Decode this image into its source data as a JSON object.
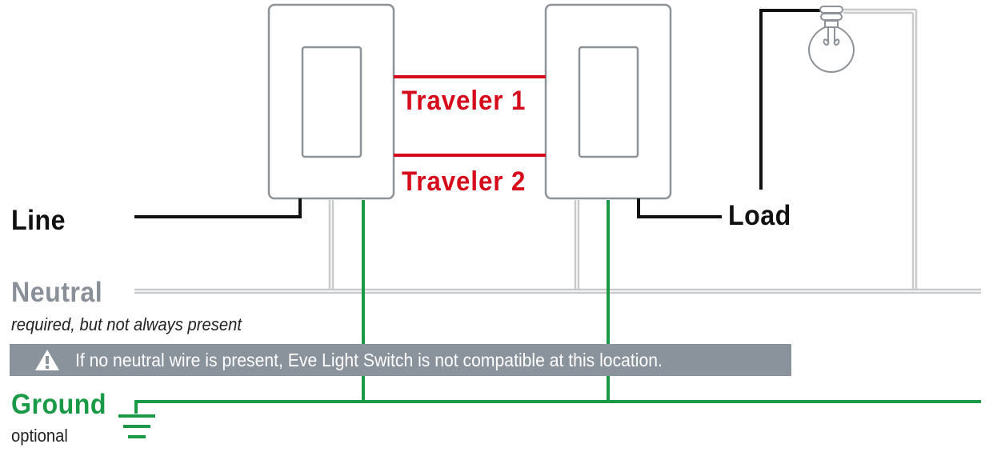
{
  "colors": {
    "hot": "#111111",
    "traveler": "#d50b1c",
    "neutral_wire": "#c9cacb",
    "neutral_text": "#8a9099",
    "ground": "#1a9a47",
    "switch_outline": "#8d9198",
    "banner_bg": "#8a929c",
    "banner_text": "#ffffff"
  },
  "labels": {
    "line": "Line",
    "load": "Load",
    "traveler1": "Traveler 1",
    "traveler2": "Traveler 2",
    "neutral": "Neutral",
    "neutral_note": "required, but not always present",
    "ground": "Ground",
    "ground_note": "optional"
  },
  "warning": {
    "icon": "warning-triangle-icon",
    "text": "If no neutral wire is present, Eve Light Switch is not compatible at this location."
  },
  "icons": {
    "light_bulb": "light-bulb-icon",
    "ground_symbol": "ground-symbol-icon"
  }
}
